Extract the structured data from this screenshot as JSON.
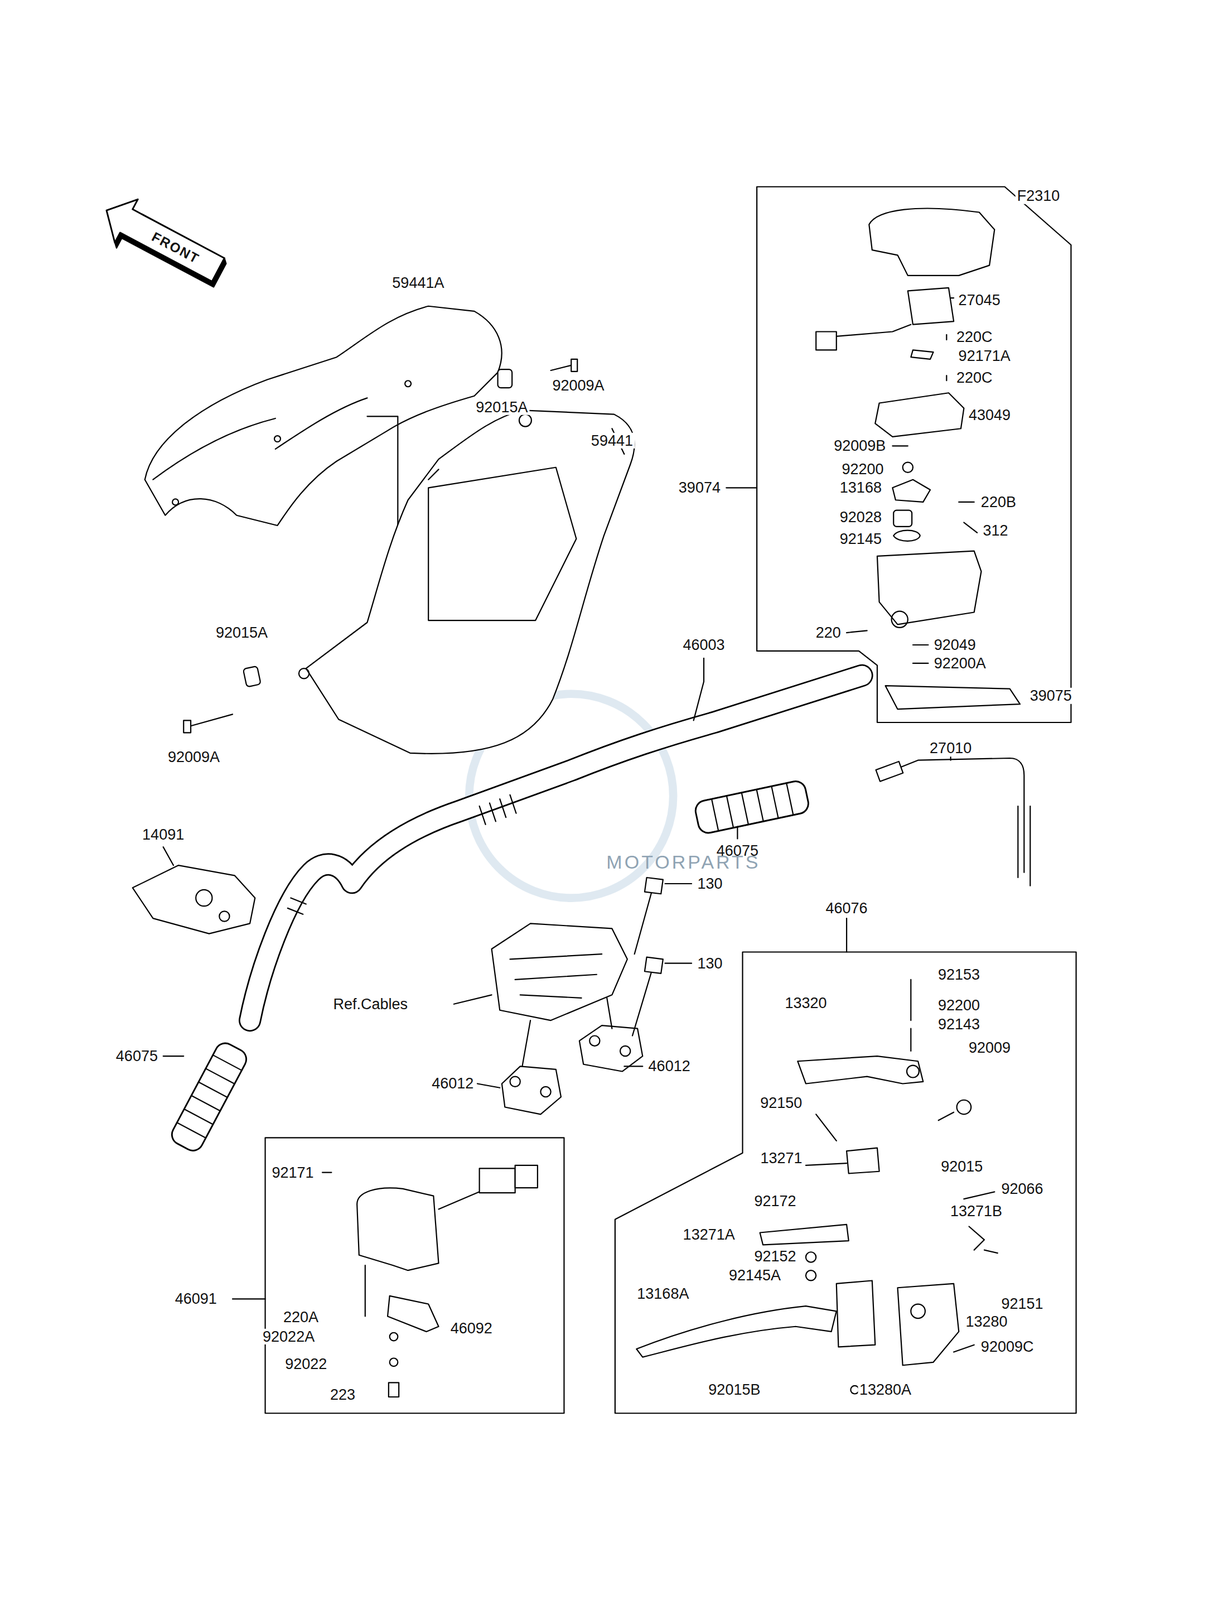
{
  "diagram": {
    "labels": [
      "F2310",
      "FRONT",
      "59441A",
      "92009A",
      "92015A",
      "59441",
      "92015A",
      "92009A",
      "46003",
      "27045",
      "220C",
      "92171A",
      "220C",
      "43049",
      "92009B",
      "92200",
      "13168",
      "39074",
      "92028",
      "92145",
      "220B",
      "312",
      "220",
      "92049",
      "92200A",
      "39075",
      "27010",
      "46075",
      "14091",
      "130",
      "130",
      "46076",
      "92153",
      "92200",
      "92143",
      "92009",
      "13320",
      "Ref.Cables",
      "46075",
      "46012",
      "46012",
      "92150",
      "13271",
      "92015",
      "92066",
      "13271B",
      "92171",
      "92172",
      "13271A",
      "92152",
      "92145A",
      "13168A",
      "92151",
      "13280",
      "46091",
      "220A",
      "92022A",
      "46092",
      "92022",
      "92009C",
      "223",
      "92015B",
      "13280A",
      "MOTORPARTS"
    ]
  }
}
